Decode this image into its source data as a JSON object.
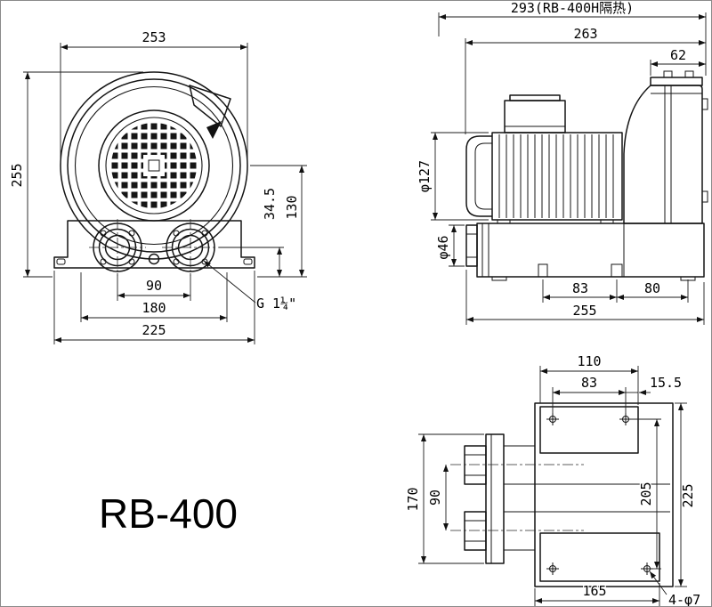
{
  "model_label": "RB-400",
  "front_view": {
    "width_outer": "253",
    "height_overall": "255",
    "base_to_port": "34.5",
    "center_to_base": "130",
    "port_pitch": "90",
    "bolt_span": "180",
    "base_width": "225",
    "port_thread": "G 1¼\""
  },
  "side_view": {
    "length_insulated": "293(RB-400H隔热)",
    "length_overall": "263",
    "housing_depth": "62",
    "motor_diameter": "φ127",
    "port_diameter": "φ46",
    "foot_span_a": "83",
    "foot_span_b": "80",
    "base_length": "255"
  },
  "bottom_view": {
    "plate_width": "110",
    "hole_pitch_x": "83",
    "edge_offset": "15.5",
    "flange_height": "170",
    "port_pitch": "90",
    "hole_pitch_y": "205",
    "base_height": "225",
    "plate_length": "165",
    "mount_holes": "4-φ7"
  }
}
